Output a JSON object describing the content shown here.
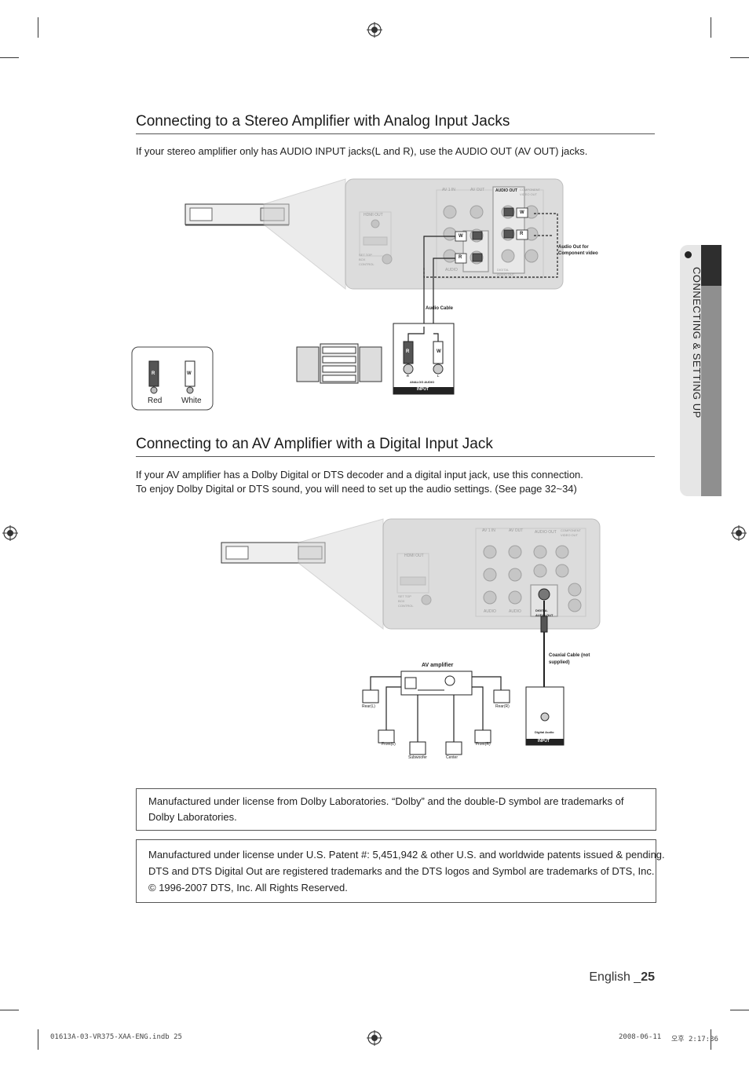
{
  "section1": {
    "heading": "Connecting to a Stereo Amplifier with Analog Input Jacks",
    "body": "If your stereo amplifier only has AUDIO INPUT jacks(L and R), use the AUDIO OUT (AV OUT) jacks."
  },
  "diagram1": {
    "panel_labels": [
      "AV 1 IN",
      "AV OUT",
      "AUDIO OUT",
      "COMPONENT VIDEO OUT",
      "HDMI OUT",
      "SET TOP BOX CONTROL",
      "AUDIO",
      "DIGITAL AUDIO OUT"
    ],
    "plug_labels": [
      "W",
      "R",
      "W",
      "R"
    ],
    "callout": "Audio Out for Component video",
    "cable_label": "Audio Cable",
    "amp_jack_labels": [
      "R",
      "W"
    ],
    "amp_rl": [
      "R",
      "L"
    ],
    "amp_caption": "ANALOG AUDIO",
    "amp_input": "INPUT",
    "legend": {
      "plug_r": "R",
      "plug_w": "W",
      "red": "Red",
      "white": "White"
    }
  },
  "section2": {
    "heading": "Connecting to an AV Amplifier with a Digital Input Jack",
    "body_line1": "If your AV amplifier has a Dolby Digital or DTS decoder and a digital input jack, use this connection.",
    "body_line2": "To enjoy Dolby Digital or DTS sound, you will need to set up the audio settings. (See page 32~34)"
  },
  "diagram2": {
    "panel_labels": [
      "AV 1 IN",
      "AV OUT",
      "AUDIO OUT",
      "COMPONENT VIDEO OUT",
      "HDMI OUT",
      "SET TOP BOX CONTROL",
      "AUDIO",
      "AUDIO",
      "DIGITAL AUDIO OUT"
    ],
    "coax_label": "Coaxial Cable (not supplied)",
    "amp_label": "AV amplifier",
    "speakers": [
      "Rear(L)",
      "Rear(R)",
      "Front(L)",
      "Subwoofer",
      "Center",
      "Front(R)"
    ],
    "input_caption": "Digital Audio",
    "input_label": "INPUT"
  },
  "notice_dolby": "Manufactured under license from Dolby Laboratories. “Dolby” and the double-D symbol are trademarks of Dolby Laboratories.",
  "notice_dts_line1": "Manufactured under license under U.S. Patent #: 5,451,942 & other U.S. and worldwide patents issued & pending.",
  "notice_dts_line2": "DTS and DTS Digital Out are registered trademarks and the DTS logos and Symbol are trademarks of DTS, Inc.",
  "notice_dts_line3": "© 1996-2007 DTS, Inc. All Rights Reserved.",
  "sidebar_tab": "CONNECTING & SETTING UP",
  "page_footer": {
    "language": "English _",
    "page_number": "25"
  },
  "print_slug": {
    "file": "01613A-03-VR375-XAA-ENG.indb   25",
    "date": "2008-06-11",
    "time": "오후 2:17:36"
  },
  "colors": {
    "panel_gray": "#dcdcdc",
    "sidebar_dark": "#2e2e2e",
    "sidebar_light": "#e6e6e6"
  }
}
